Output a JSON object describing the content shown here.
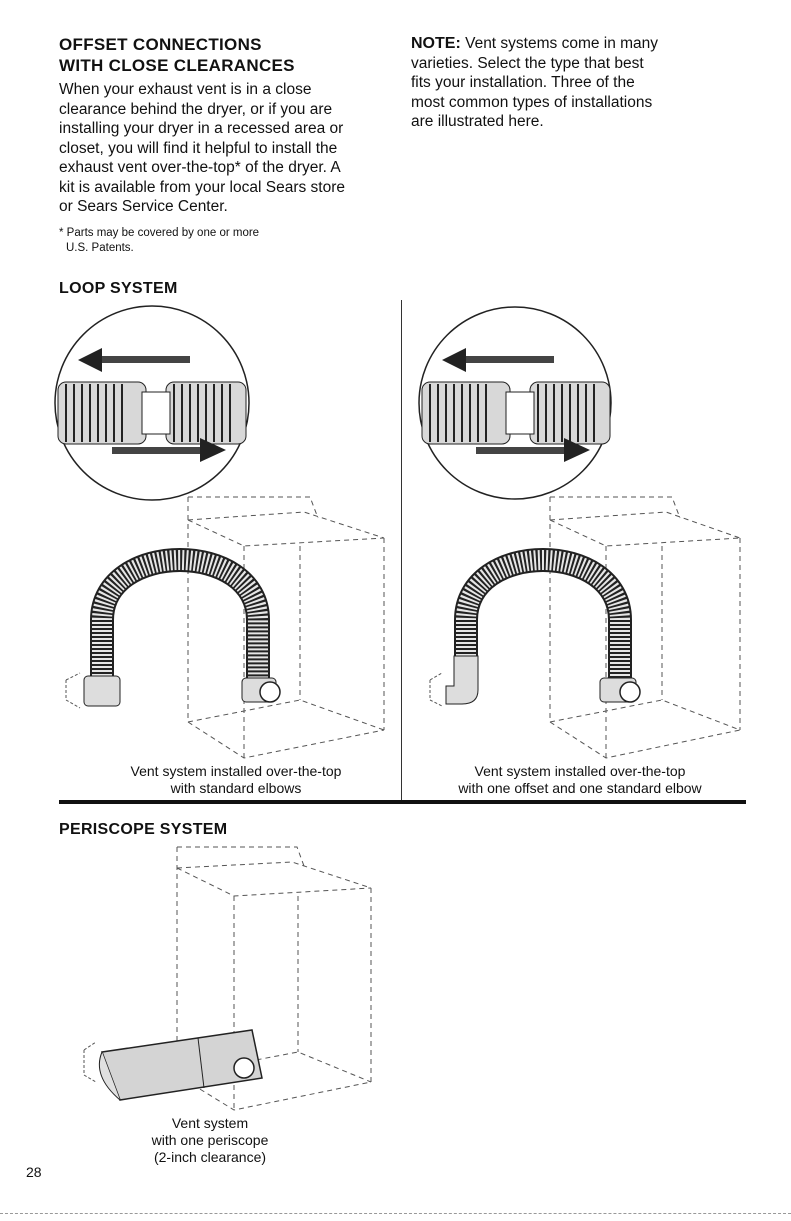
{
  "left_column": {
    "title_line1": "OFFSET CONNECTIONS",
    "title_line2": "WITH CLOSE CLEARANCES",
    "paragraph_lines": [
      "When your exhaust vent is in a close",
      "clearance behind the dryer, or if you are",
      "installing your dryer in a recessed area or",
      "closet, you will find it helpful to install the",
      "exhaust vent over-the-top* of the dryer. A",
      "kit is available from your local Sears store",
      "or Sears Service Center."
    ],
    "footnote_lines": [
      "* Parts may be covered by one or more",
      "U.S. Patents."
    ]
  },
  "right_column": {
    "note_label": "NOTE:",
    "note_line1": " Vent systems come in many",
    "note_lines": [
      "varieties. Select the type that best",
      "fits your installation. Three of the",
      "most common types of installations",
      "are illustrated here."
    ]
  },
  "loop_system": {
    "heading": "LOOP SYSTEM",
    "left_caption": [
      "Vent system installed over-the-top",
      "with standard elbows"
    ],
    "right_caption": [
      "Vent system installed over-the-top",
      "with one offset and one standard elbow"
    ]
  },
  "periscope_system": {
    "heading": "PERISCOPE SYSTEM",
    "caption": [
      "Vent system",
      "with one periscope",
      "(2-inch clearance)"
    ]
  },
  "page_number": "28"
}
